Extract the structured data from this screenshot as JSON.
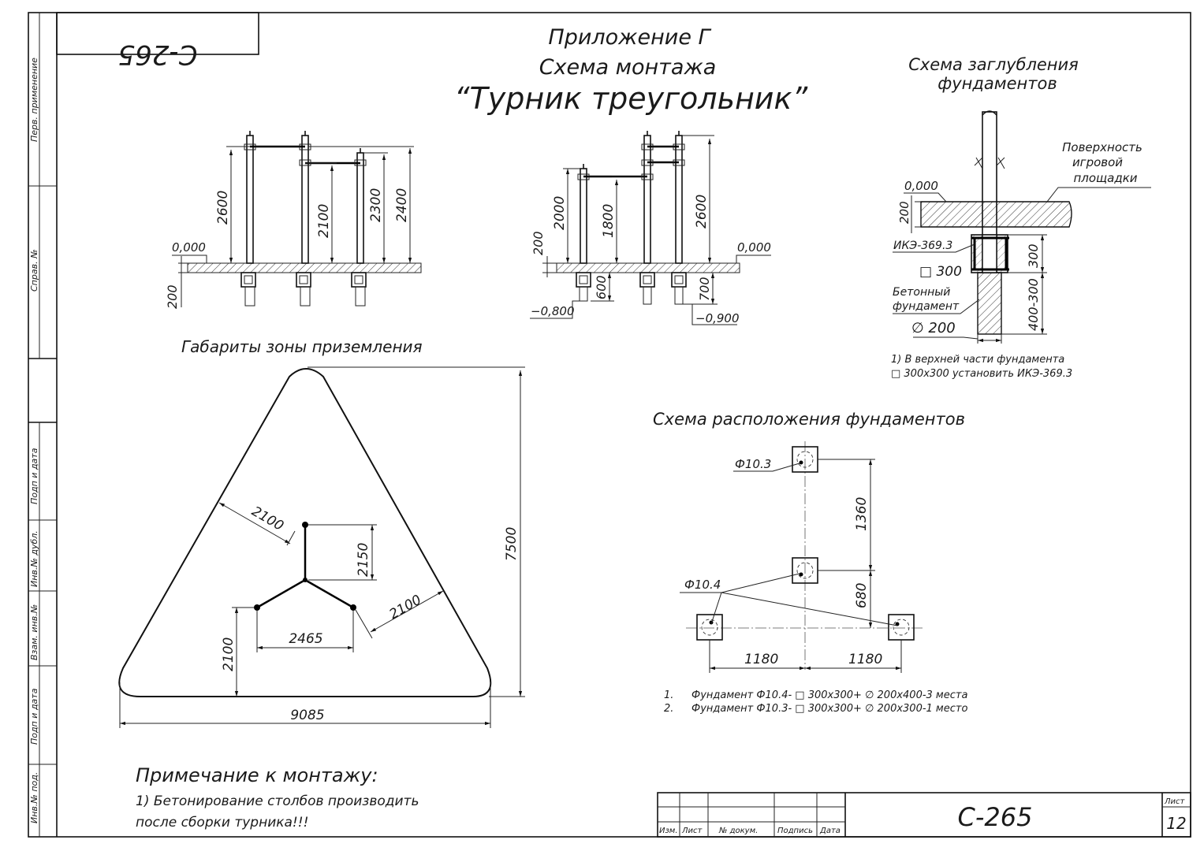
{
  "stamp_code_mirrored": "С-265",
  "title": {
    "line1": "Приложение Г",
    "line2": "Схема монтажа",
    "line3": "“Турник треугольник”"
  },
  "side_strip": {
    "perv_primenenie": "Перв. применение",
    "sprav_no": "Справ. №",
    "podp_data_1": "Подп и дата",
    "inv_dubl": "Инв.№ дубл.",
    "vzam_inv": "Взам. инв.№",
    "podp_data_2": "Подп и дата",
    "inv_pod": "Инв.№ под."
  },
  "elev_left": {
    "dim_2600": "2600",
    "dim_2100": "2100",
    "dim_2300": "2300",
    "dim_2400": "2400",
    "level_0": "0,000",
    "dim_200": "200"
  },
  "elev_right": {
    "dim_2000": "2000",
    "dim_1800": "1800",
    "dim_2600": "2600",
    "dim_200": "200",
    "level_0": "0,000",
    "dim_600": "600",
    "dim_700": "700",
    "level_m080": "−0,800",
    "level_m090": "−0,900"
  },
  "depth_scheme": {
    "title_1": "Схема заглубления",
    "title_2": "фундаментов",
    "surface_1": "Поверхность",
    "surface_2": "игровой",
    "surface_3": "площадки",
    "level_0": "0,000",
    "dim_200": "200",
    "ike": "ИКЭ-369.3",
    "sq300": "□ 300",
    "beton_1": "Бетонный",
    "beton_2": "фундамент",
    "dia200": "∅ 200",
    "dim_300": "300",
    "dim_400_300": "400-300",
    "note_1": "1) В верхней части фундамента",
    "note_2": "□ 300х300 установить ИКЭ-369.3"
  },
  "zone": {
    "title": "Габариты  зоны приземления",
    "dim_2100_a": "2100",
    "dim_2150": "2150",
    "dim_2100_b": "2100",
    "dim_2465": "2465",
    "dim_2100_c": "2100",
    "dim_7500": "7500",
    "dim_9085": "9085"
  },
  "foundations": {
    "title": "Схема расположения фундаментов",
    "f103": "Ф10.3",
    "f104": "Ф10.4",
    "dim_1360": "1360",
    "dim_680": "680",
    "dim_1180_a": "1180",
    "dim_1180_b": "1180",
    "list_1_num": "1.",
    "list_1_text": "Фундамент Ф10.4- □ 300х300+ ∅ 200х400-3 места",
    "list_2_num": "2.",
    "list_2_text": "Фундамент Ф10.3- □ 300х300+ ∅ 200х300-1 место"
  },
  "note": {
    "title": "Примечание к монтажу:",
    "line1": "1) Бетонирование столбов производить",
    "line2": "после сборки турника!!!"
  },
  "titleblock": {
    "izm": "Изм.",
    "list": "Лист",
    "dokum": "№ докум.",
    "podpis": "Подпись",
    "data": "Дата",
    "code": "С-265",
    "list_label": "Лист",
    "list_num": "12"
  }
}
